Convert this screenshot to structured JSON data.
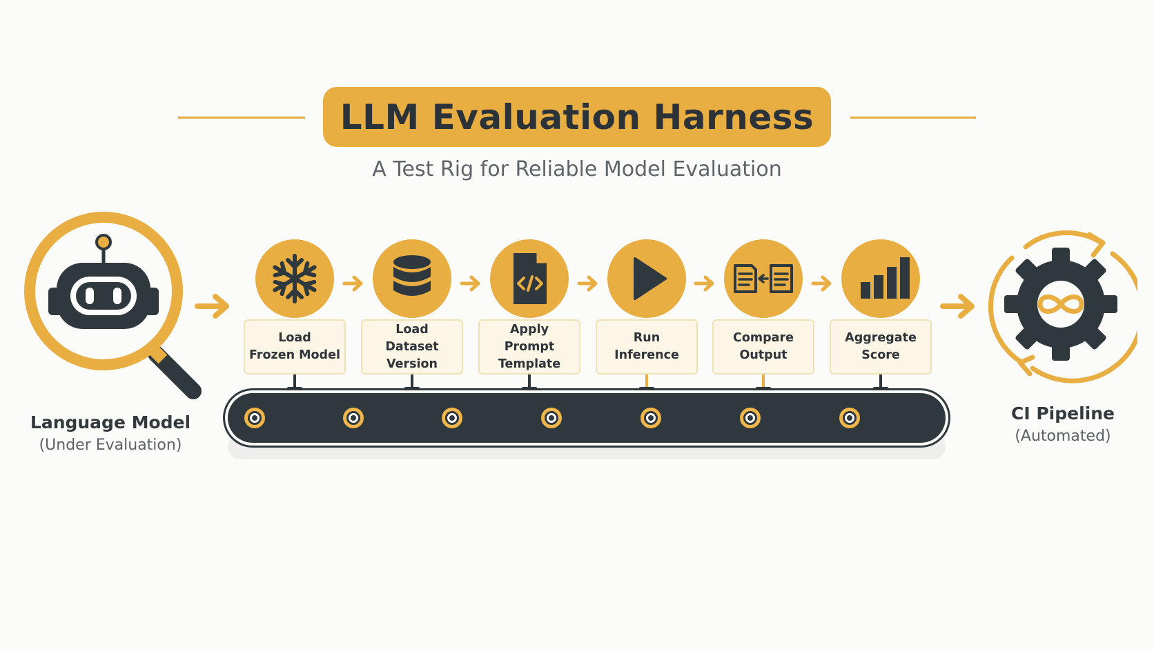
{
  "header": {
    "title": "LLM Evaluation Harness",
    "subtitle": "A Test Rig for Reliable Model Evaluation"
  },
  "source": {
    "label": "Language Model",
    "sublabel": "(Under Evaluation)",
    "icon": "robot-magnifier-icon"
  },
  "steps": [
    {
      "label": "Load\nFrozen Model",
      "icon": "snowflake-icon"
    },
    {
      "label": "Load\nDataset Version",
      "icon": "database-icon"
    },
    {
      "label": "Apply\nPrompt Template",
      "icon": "code-file-icon"
    },
    {
      "label": "Run\nInference",
      "icon": "play-icon"
    },
    {
      "label": "Compare\nOutput",
      "icon": "compare-documents-icon"
    },
    {
      "label": "Aggregate\nScore",
      "icon": "bar-chart-icon"
    }
  ],
  "target": {
    "label": "CI Pipeline",
    "sublabel": "(Automated)",
    "icon": "gear-infinity-cycle-icon"
  },
  "colors": {
    "accent": "#e9ae42",
    "dark": "#2e383d",
    "card": "#fcf6e6",
    "background": "#fbfbf9"
  }
}
